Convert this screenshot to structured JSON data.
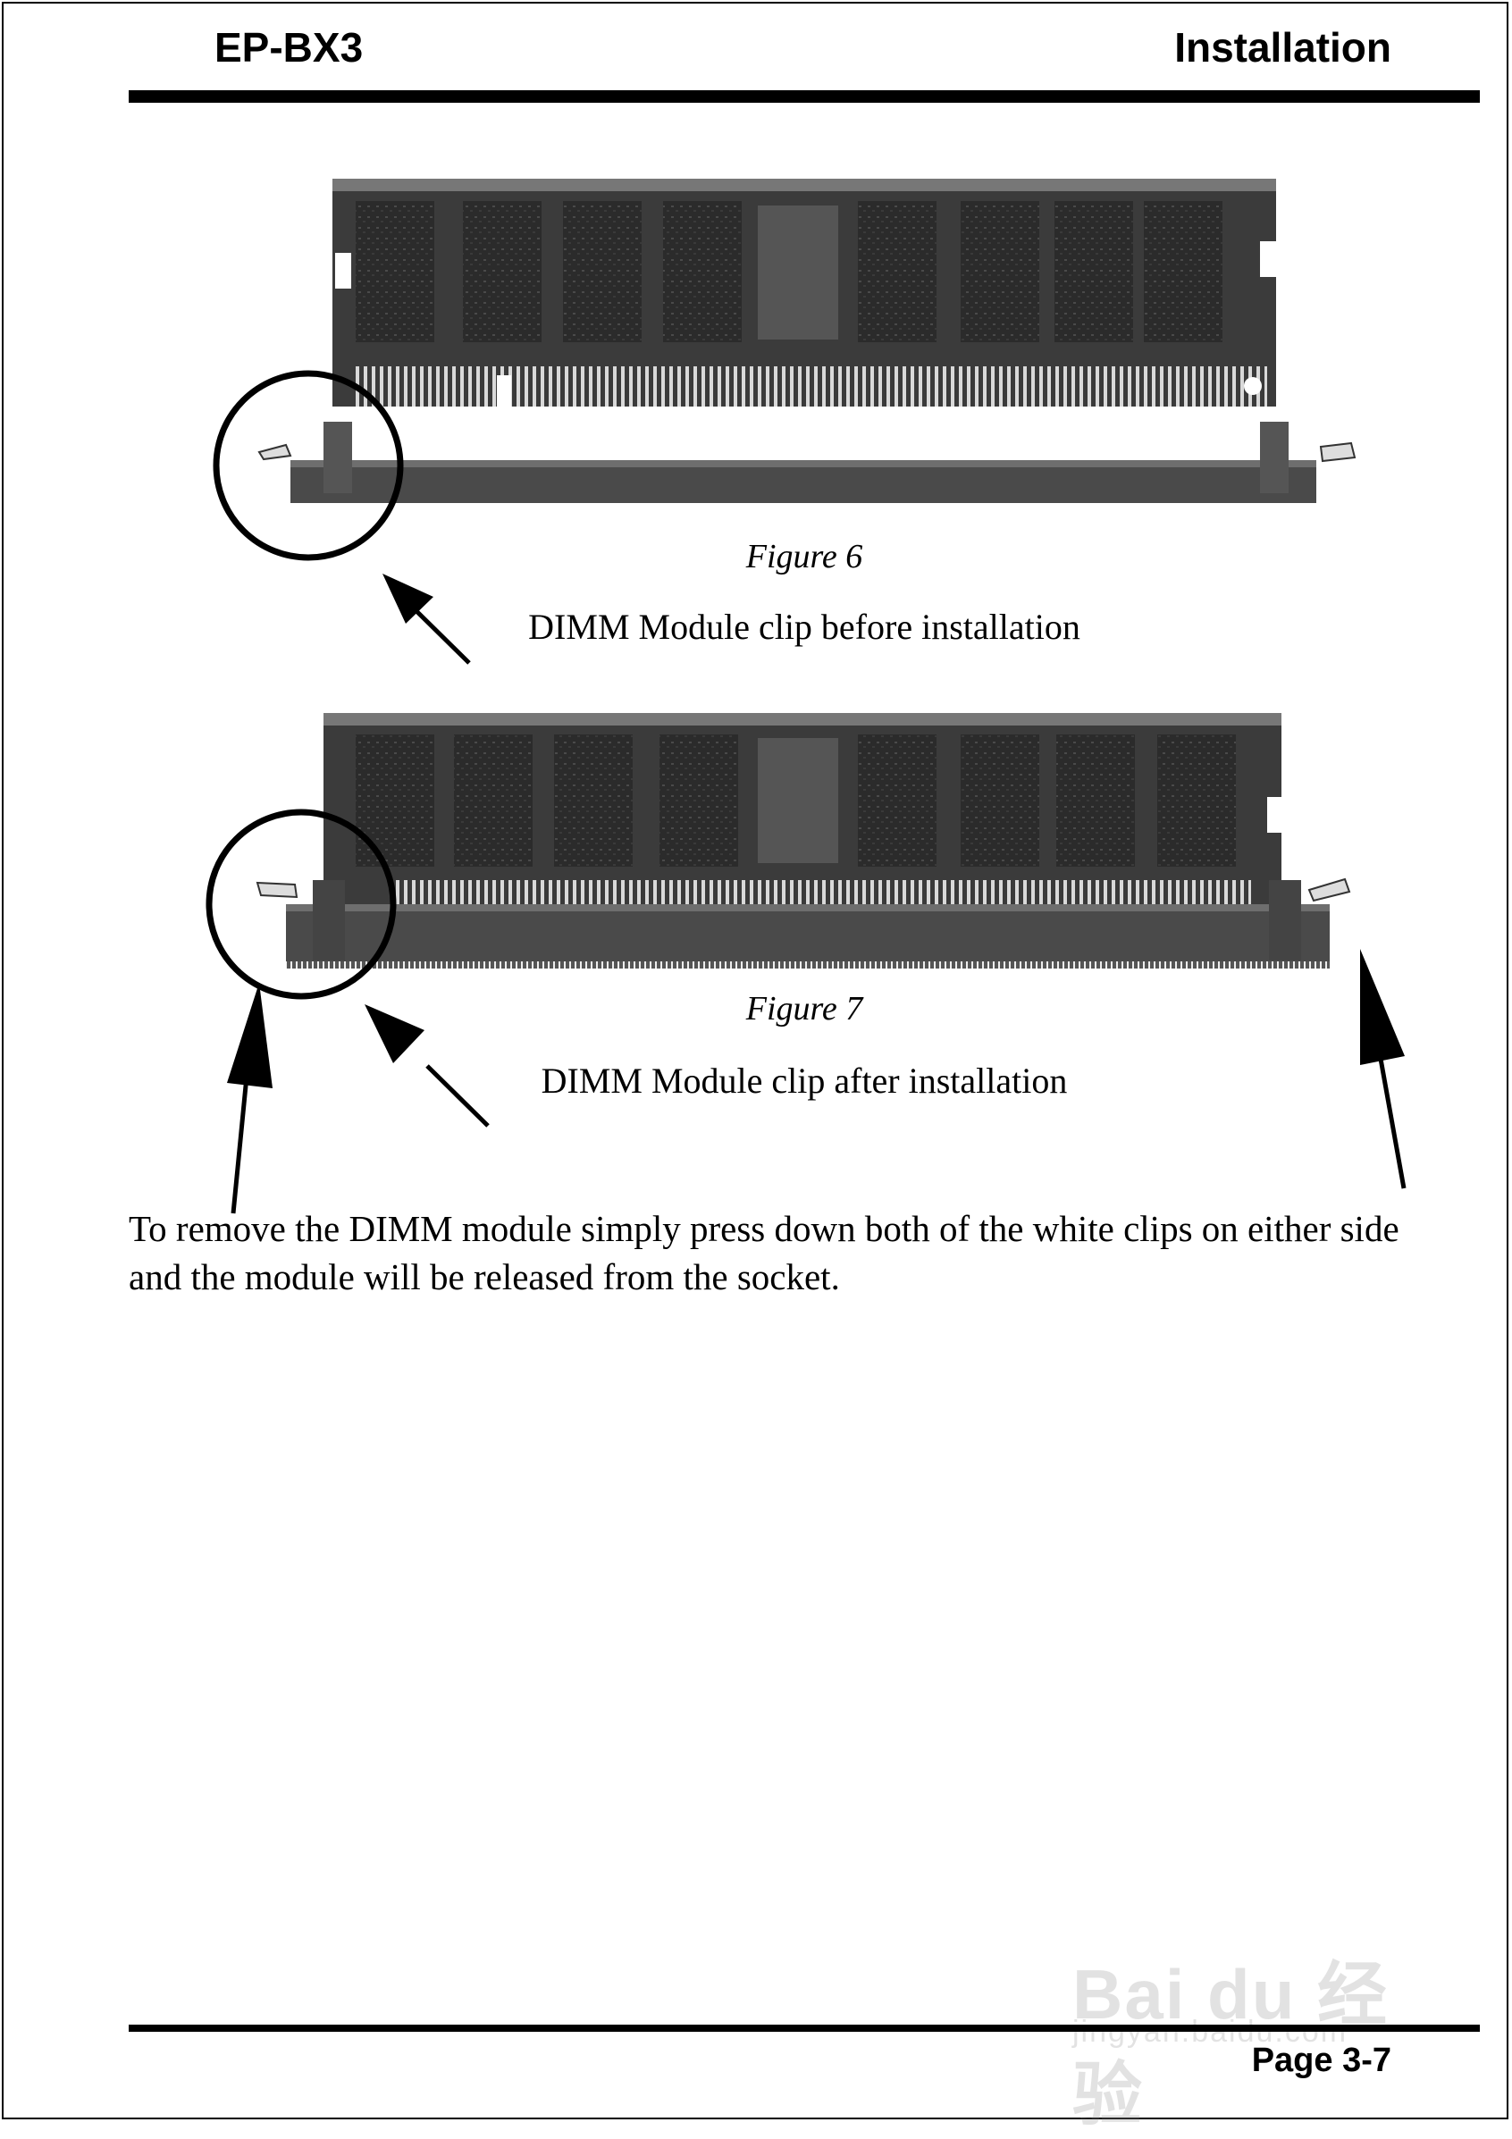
{
  "header": {
    "left": "EP-BX3",
    "right": "Installation"
  },
  "figures": [
    {
      "caption": "Figure 6",
      "description": "DIMM Module clip before installation"
    },
    {
      "caption": "Figure 7",
      "description": "DIMM Module clip after installation"
    }
  ],
  "body_text": "To remove the DIMM module simply press down both of the white clips on either side and the module will be released from the socket.",
  "footer": {
    "page": "Page 3-7"
  },
  "watermark": {
    "brand": "Bai du 经验",
    "site": "jingyan.baidu.com"
  }
}
